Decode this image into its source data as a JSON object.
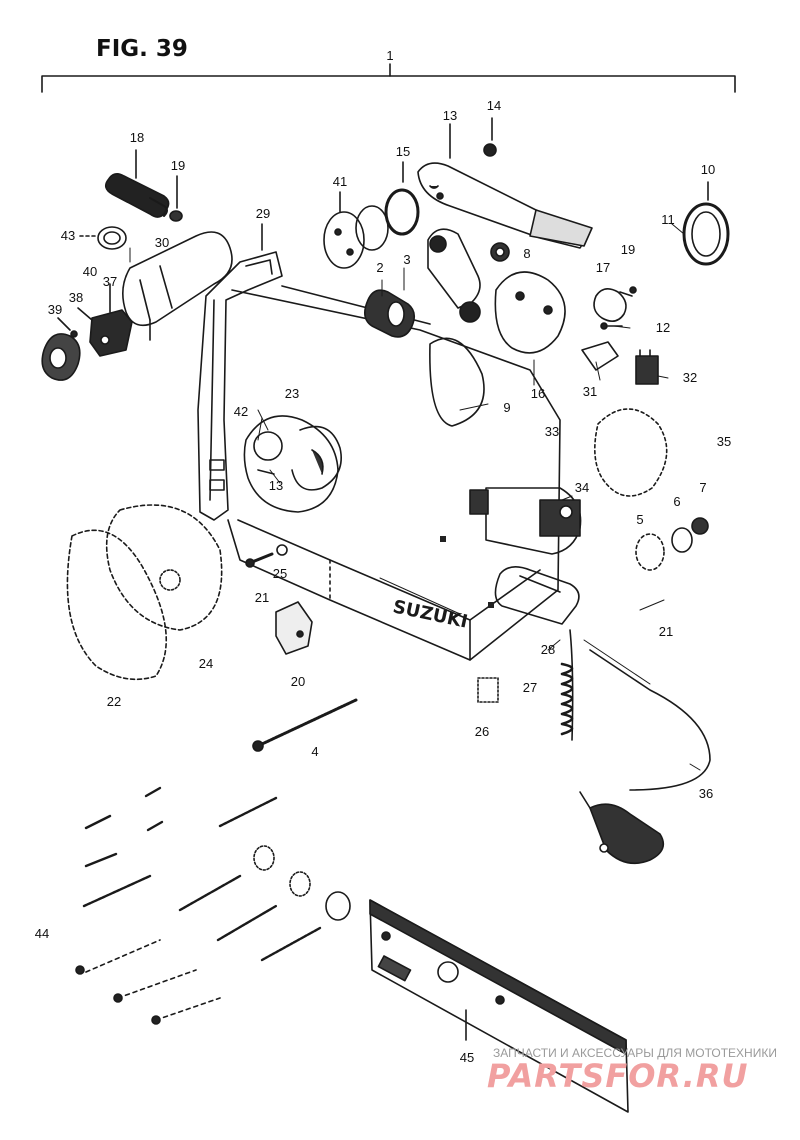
{
  "figure": {
    "title": "FIG. 39",
    "assembly_number": "1"
  },
  "callouts": [
    {
      "id": "c1",
      "text": "1"
    },
    {
      "id": "c2",
      "text": "2"
    },
    {
      "id": "c3",
      "text": "3"
    },
    {
      "id": "c4",
      "text": "4"
    },
    {
      "id": "c5",
      "text": "5"
    },
    {
      "id": "c6",
      "text": "6"
    },
    {
      "id": "c7",
      "text": "7"
    },
    {
      "id": "c8",
      "text": "8"
    },
    {
      "id": "c9",
      "text": "9"
    },
    {
      "id": "c10",
      "text": "10"
    },
    {
      "id": "c11",
      "text": "11"
    },
    {
      "id": "c12",
      "text": "12"
    },
    {
      "id": "c13a",
      "text": "13"
    },
    {
      "id": "c13b",
      "text": "13"
    },
    {
      "id": "c14",
      "text": "14"
    },
    {
      "id": "c15",
      "text": "15"
    },
    {
      "id": "c16",
      "text": "16"
    },
    {
      "id": "c17",
      "text": "17"
    },
    {
      "id": "c18",
      "text": "18"
    },
    {
      "id": "c19a",
      "text": "19"
    },
    {
      "id": "c19b",
      "text": "19"
    },
    {
      "id": "c20",
      "text": "20"
    },
    {
      "id": "c21a",
      "text": "21"
    },
    {
      "id": "c21b",
      "text": "21"
    },
    {
      "id": "c22",
      "text": "22"
    },
    {
      "id": "c23",
      "text": "23"
    },
    {
      "id": "c24",
      "text": "24"
    },
    {
      "id": "c25",
      "text": "25"
    },
    {
      "id": "c26",
      "text": "26"
    },
    {
      "id": "c27",
      "text": "27"
    },
    {
      "id": "c28",
      "text": "28"
    },
    {
      "id": "c29",
      "text": "29"
    },
    {
      "id": "c30",
      "text": "30"
    },
    {
      "id": "c31",
      "text": "31"
    },
    {
      "id": "c32",
      "text": "32"
    },
    {
      "id": "c33",
      "text": "33"
    },
    {
      "id": "c34",
      "text": "34"
    },
    {
      "id": "c35",
      "text": "35"
    },
    {
      "id": "c36",
      "text": "36"
    },
    {
      "id": "c37",
      "text": "37"
    },
    {
      "id": "c38",
      "text": "38"
    },
    {
      "id": "c39",
      "text": "39"
    },
    {
      "id": "c40",
      "text": "40"
    },
    {
      "id": "c41",
      "text": "41"
    },
    {
      "id": "c42",
      "text": "42"
    },
    {
      "id": "c43",
      "text": "43"
    },
    {
      "id": "c44",
      "text": "44"
    },
    {
      "id": "c45",
      "text": "45"
    }
  ],
  "watermark": {
    "tagline": "ЗАПЧАСТИ И АКСЕССУАРЫ ДЛЯ МОТОТЕХНИКИ",
    "logo": "PARTS",
    "logo_mid": "FOR",
    "logo_end": ".RU"
  },
  "housing_brand": "SUZUKI"
}
